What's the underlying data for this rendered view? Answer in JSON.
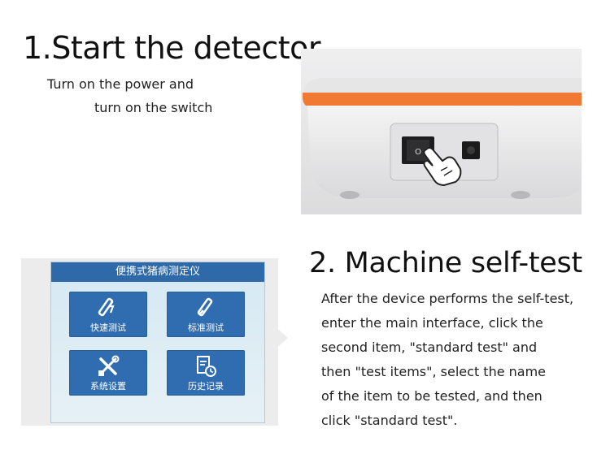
{
  "step1": {
    "title": "1.Start the detector",
    "subtitle_line1": "Turn on the power and",
    "subtitle_line2": "turn on the switch"
  },
  "step2": {
    "title": "2. Machine self-test",
    "description_lines": [
      "After the device performs the self-test,",
      "enter the main interface, click the",
      "second item, \"standard test\" and",
      "then \"test items\", select the name",
      "of the item to be tested, and then",
      "click \"standard test\"."
    ]
  },
  "screen": {
    "title": "便携式猪病测定仪",
    "tiles": [
      {
        "label": "快速测试",
        "icon": "test-strip-icon"
      },
      {
        "label": "标准测试",
        "icon": "test-strip-icon"
      },
      {
        "label": "系统设置",
        "icon": "tools-icon"
      },
      {
        "label": "历史记录",
        "icon": "history-icon"
      }
    ]
  },
  "device": {
    "switch_symbol": "O"
  },
  "colors": {
    "accent_orange": "#f07a34",
    "screen_header_blue": "#2e6aa9",
    "tile_blue": "#2f6db0"
  }
}
